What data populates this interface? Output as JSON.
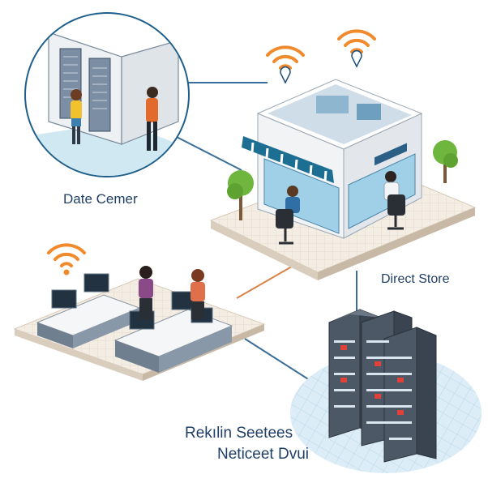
{
  "labels": {
    "data_center": "Date Cemer",
    "direct_store": "Direct Store",
    "remote_services_line1": "Rekılin Seetees",
    "remote_services_line2": "Neticeet Dvui"
  },
  "nodes": [
    {
      "id": "data-center",
      "icon": "data-center-circle-icon"
    },
    {
      "id": "direct-store",
      "icon": "store-building-icon"
    },
    {
      "id": "office-desks",
      "icon": "office-workstations-icon"
    },
    {
      "id": "server-racks",
      "icon": "server-rack-icon"
    }
  ],
  "icons": [
    "wifi-icon",
    "wifi-icon",
    "wifi-icon"
  ],
  "colors": {
    "navy": "#1f4e79",
    "teal": "#2b8ab0",
    "sky": "#cfe7f3",
    "wifi_orange": "#f08a2c",
    "link_line": "#3a6e98",
    "orange_link": "#d9824a"
  }
}
